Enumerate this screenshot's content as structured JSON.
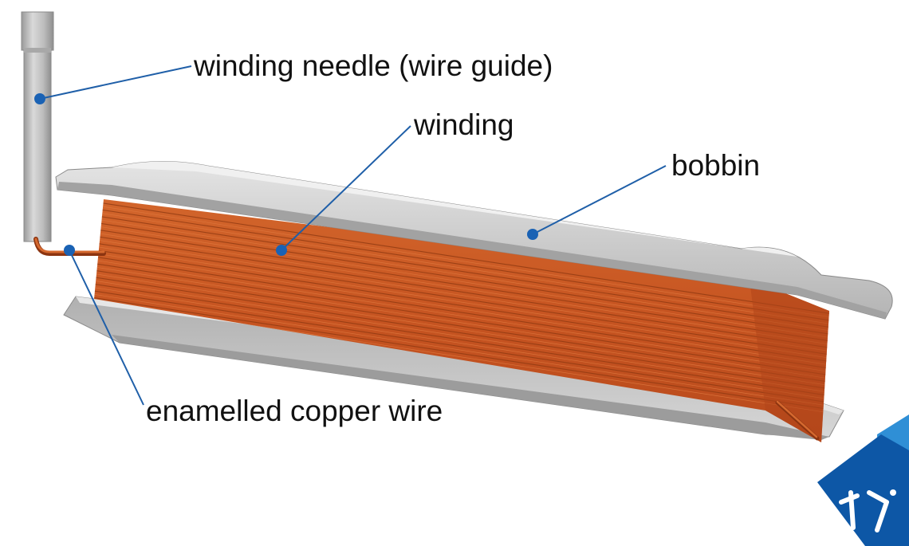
{
  "labels": {
    "needle": "winding needle (wire guide)",
    "winding": "winding",
    "bobbin": "bobbin",
    "wire": "enamelled copper wire"
  },
  "colors": {
    "callout_line": "#1f5fa8",
    "callout_dot": "#1a62b4",
    "copper": "#c95a22",
    "copper_dark": "#8c3410",
    "bobbin_gray": "#c8c8c8",
    "logo_dark": "#0d57a6",
    "logo_light": "#2f8fd6"
  },
  "logo": {
    "icon": "ti-logo-icon"
  }
}
